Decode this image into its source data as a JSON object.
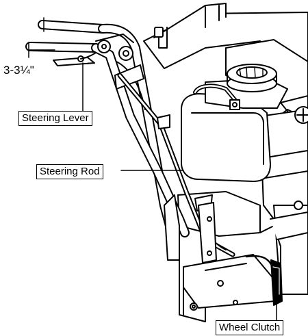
{
  "labels": {
    "dimension": "3-3¼\"",
    "steering_lever": "Steering Lever",
    "steering_rod": "Steering Rod",
    "wheel_clutch": "Wheel Clutch"
  }
}
